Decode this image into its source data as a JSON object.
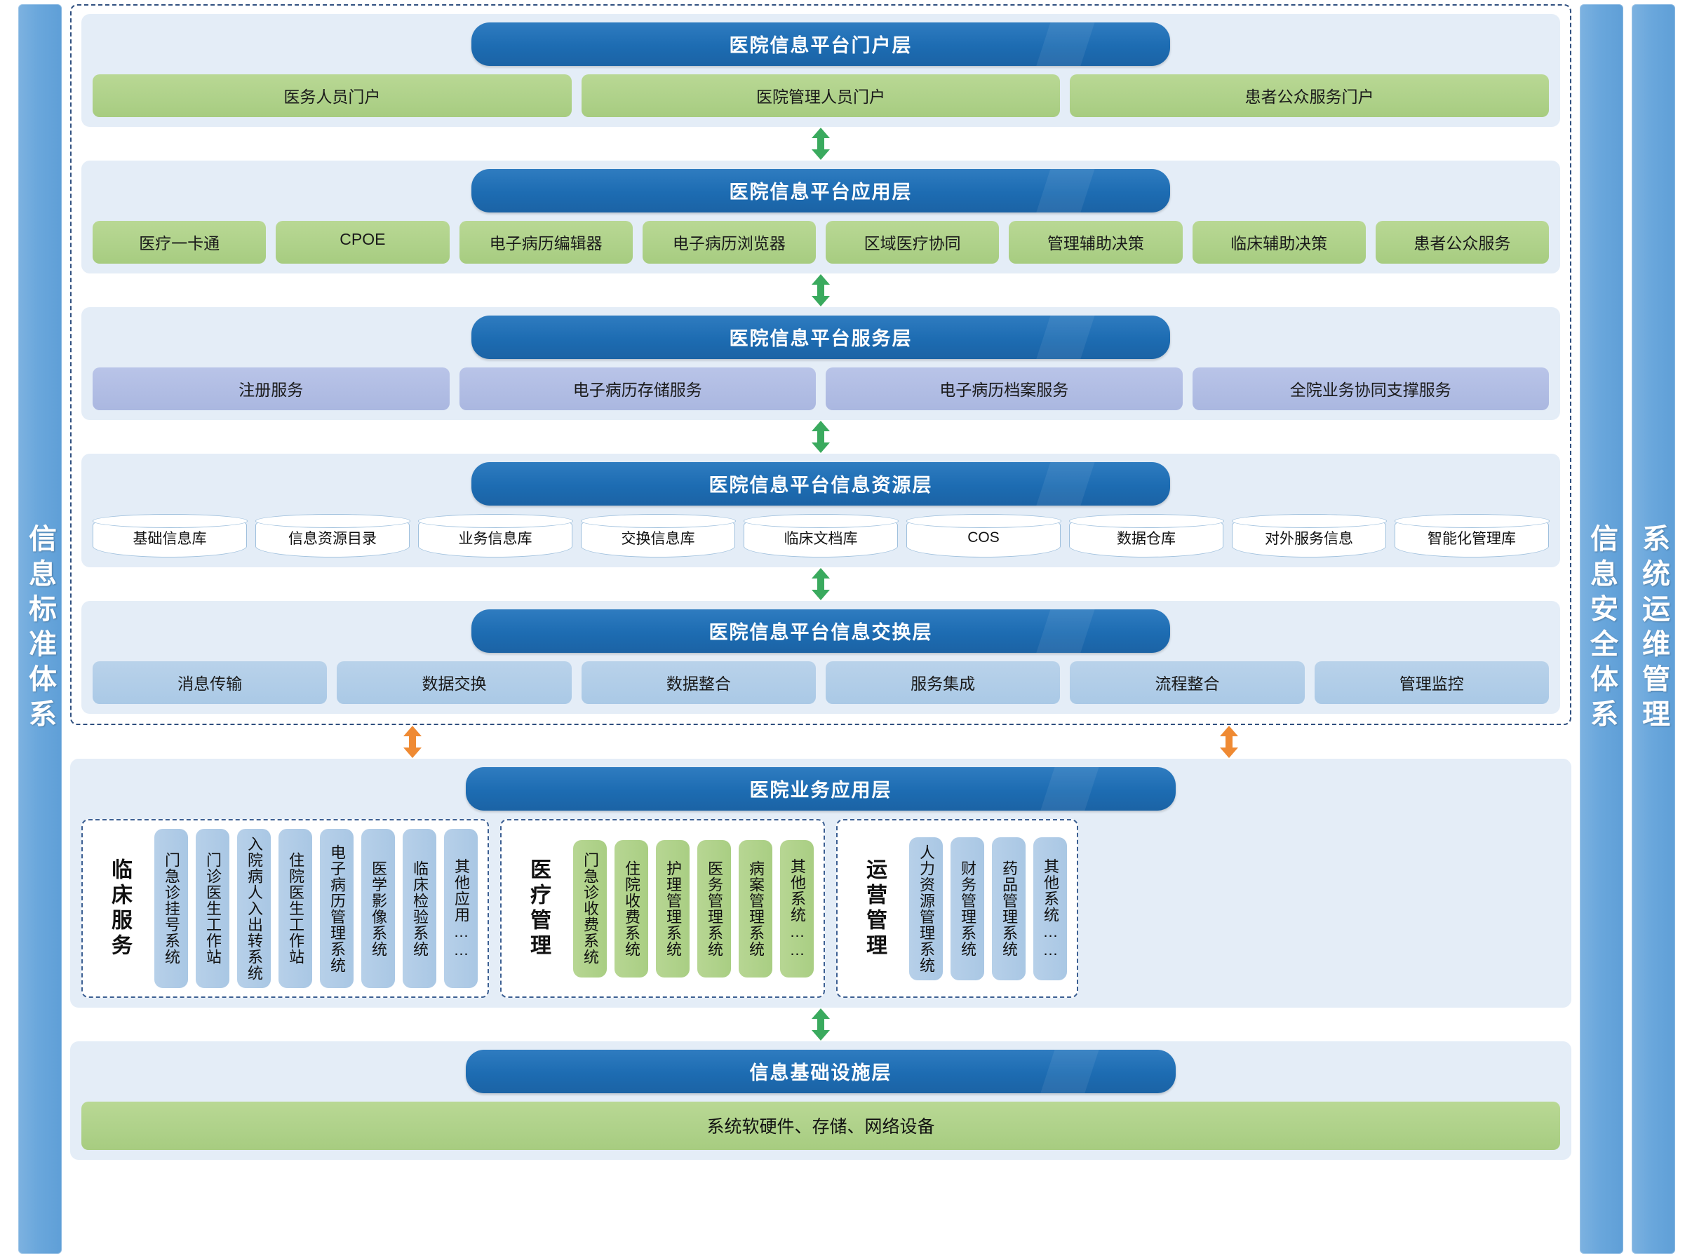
{
  "sidebars": {
    "left": {
      "label": "信息标准体系"
    },
    "right": [
      {
        "label": "信息安全体系"
      },
      {
        "label": "系统运维管理"
      }
    ]
  },
  "layers": {
    "portal": {
      "title": "医院信息平台门户层",
      "items": [
        "医务人员门户",
        "医院管理人员门户",
        "患者公众服务门户"
      ]
    },
    "application": {
      "title": "医院信息平台应用层",
      "items": [
        "医疗一卡通",
        "CPOE",
        "电子病历编辑器",
        "电子病历浏览器",
        "区域医疗协同",
        "管理辅助决策",
        "临床辅助决策",
        "患者公众服务"
      ]
    },
    "service": {
      "title": "医院信息平台服务层",
      "items": [
        "注册服务",
        "电子病历存储服务",
        "电子病历档案服务",
        "全院业务协同支撑服务"
      ]
    },
    "resource": {
      "title": "医院信息平台信息资源层",
      "items": [
        "基础信息库",
        "信息资源目录",
        "业务信息库",
        "交换信息库",
        "临床文档库",
        "COS",
        "数据仓库",
        "对外服务信息",
        "智能化管理库"
      ]
    },
    "exchange": {
      "title": "医院信息平台信息交换层",
      "items": [
        "消息传输",
        "数据交换",
        "数据整合",
        "服务集成",
        "流程整合",
        "管理监控"
      ]
    },
    "business": {
      "title": "医院业务应用层",
      "groups": [
        {
          "label": "临床服务",
          "color": "blue",
          "items": [
            "门急诊挂号系统",
            "门诊医生工作站",
            "入院病人入出转系统",
            "住院医生工作站",
            "电子病历管理系统",
            "医学影像系统",
            "临床检验系统",
            "其他应用……"
          ]
        },
        {
          "label": "医疗管理",
          "color": "green",
          "items": [
            "门急诊收费系统",
            "住院收费系统",
            "护理管理系统",
            "医务管理系统",
            "病案管理系统",
            "其他系统……"
          ]
        },
        {
          "label": "运营管理",
          "color": "blue",
          "items": [
            "人力资源管理系统",
            "财务管理系统",
            "药品管理系统",
            "其他系统……"
          ]
        }
      ]
    },
    "infrastructure": {
      "title": "信息基础设施层",
      "items": [
        "系统软硬件、存储、网络设备"
      ]
    }
  },
  "connectors": {
    "green_arrow": "bidirectional-green-arrow",
    "orange_arrow": "bidirectional-orange-arrow",
    "green_color": "#3aaa5e",
    "orange_color": "#ef8a33"
  },
  "colors": {
    "header_blue": "#1d6cb2",
    "panel_bg": "#e4edf7",
    "chip_green": "#aed189",
    "chip_lavender": "#aab7e0",
    "chip_blue": "#aac9e6",
    "sidebar_blue": "#6aa7dc",
    "dashed_border": "#2f4f7f"
  }
}
